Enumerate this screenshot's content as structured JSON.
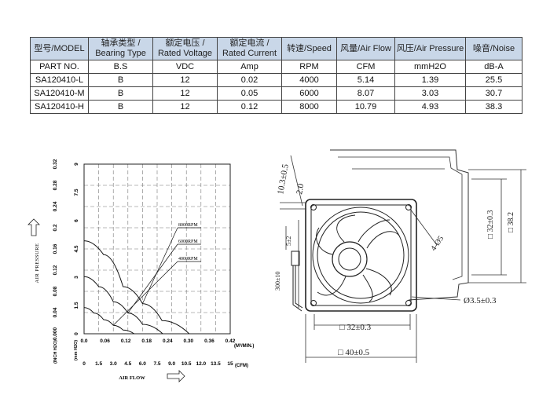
{
  "table": {
    "headers": [
      {
        "zh": "型号",
        "en": "/MODEL"
      },
      {
        "zh": "轴承类型 /",
        "en": "Bearing Type"
      },
      {
        "zh": "额定电压 /",
        "en": "Rated Voltage"
      },
      {
        "zh": "额定电流 /",
        "en": "Rated Current"
      },
      {
        "zh": "转速",
        "en": "/Speed"
      },
      {
        "zh": "风量",
        "en": "/Air Flow"
      },
      {
        "zh": "风压",
        "en": "/Air Pressure"
      },
      {
        "zh": "噪音",
        "en": "/Noise"
      }
    ],
    "units": [
      "PART NO.",
      "B.S",
      "VDC",
      "Amp",
      "RPM",
      "CFM",
      "mmH2O",
      "dB-A"
    ],
    "rows": [
      [
        "SA120410-L",
        "B",
        "12",
        "0.02",
        "4000",
        "5.14",
        "1.39",
        "25.5"
      ],
      [
        "SA120410-M",
        "B",
        "12",
        "0.05",
        "6000",
        "8.07",
        "3.03",
        "30.7"
      ],
      [
        "SA120410-H",
        "B",
        "12",
        "0.12",
        "8000",
        "10.79",
        "4.93",
        "38.3"
      ]
    ]
  },
  "chart_data": {
    "type": "line",
    "ylabel": "AIR PRESSURE",
    "xlabel": "AIR FLOW",
    "y_unit_inch": "(INCH H2O)",
    "y_unit_mm": "(mm H2O)",
    "x_unit_m3": "(M³/MIN.)",
    "x_unit_cfm": "(CFM)",
    "y_ticks_inch": [
      "0.000",
      "0.04",
      "0.08",
      "0.12",
      "0.16",
      "0.2",
      "0.24",
      "0.28",
      "0.32"
    ],
    "y_ticks_mm": [
      "0",
      "1.5",
      "3",
      "4.5",
      "6",
      "7.5",
      "9"
    ],
    "x_ticks_m3": [
      "0.0",
      "0.06",
      "0.12",
      "0.18",
      "0.24",
      "0.30",
      "0.36",
      "0.42"
    ],
    "x_ticks_cfm": [
      "0",
      "1.5",
      "3.0",
      "4.5",
      "6.0",
      "7.5",
      "9.0",
      "10.5",
      "12.0",
      "13.5",
      "15"
    ],
    "xlim": [
      0,
      15
    ],
    "ylim": [
      0,
      9
    ],
    "series": [
      {
        "name": "8000RPM",
        "x": [
          0,
          2.0,
          4.0,
          6.0,
          8.0,
          10.79
        ],
        "y": [
          4.93,
          4.2,
          2.5,
          1.6,
          0.7,
          0
        ]
      },
      {
        "name": "6000RPM",
        "x": [
          0,
          1.5,
          3.0,
          4.5,
          6.0,
          8.07
        ],
        "y": [
          3.03,
          2.5,
          1.7,
          1.1,
          0.5,
          0
        ]
      },
      {
        "name": "4000RPM",
        "x": [
          0,
          1.0,
          2.0,
          3.0,
          4.0,
          5.14
        ],
        "y": [
          1.39,
          1.1,
          0.75,
          0.45,
          0.2,
          0
        ]
      }
    ]
  },
  "drawing": {
    "dims": [
      "10.3±0.5",
      "2.0",
      "5±2",
      "300±10",
      "32±0.3",
      "38.2",
      "4-Ø5",
      "Ø3.5±0.3",
      "32±0.3",
      "40±0.5"
    ],
    "square_symbol": "□"
  }
}
